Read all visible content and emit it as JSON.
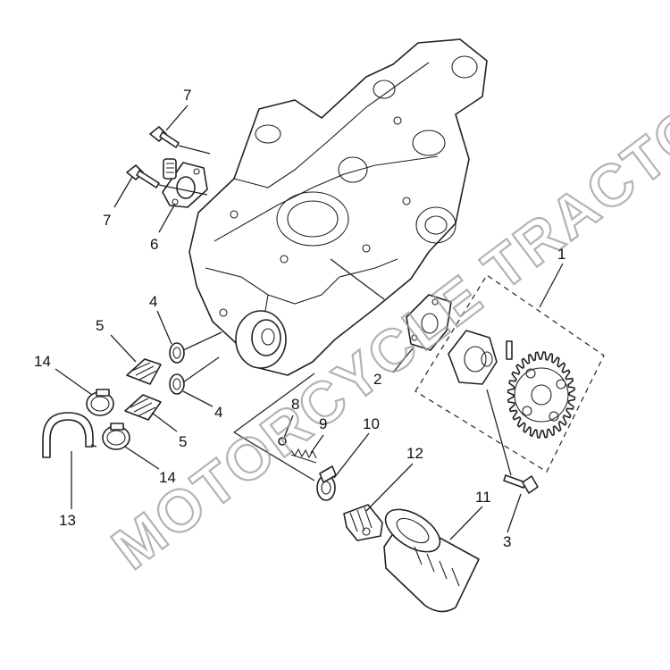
{
  "watermark": "MOTORCYCLE TRACTOR",
  "callouts": [
    {
      "id": "1",
      "text": "1"
    },
    {
      "id": "2",
      "text": "2"
    },
    {
      "id": "3",
      "text": "3"
    },
    {
      "id": "4a",
      "text": "4"
    },
    {
      "id": "4b",
      "text": "4"
    },
    {
      "id": "5a",
      "text": "5"
    },
    {
      "id": "5b",
      "text": "5"
    },
    {
      "id": "6",
      "text": "6"
    },
    {
      "id": "7a",
      "text": "7"
    },
    {
      "id": "7b",
      "text": "7"
    },
    {
      "id": "8",
      "text": "8"
    },
    {
      "id": "9",
      "text": "9"
    },
    {
      "id": "10",
      "text": "10"
    },
    {
      "id": "11",
      "text": "11"
    },
    {
      "id": "12",
      "text": "12"
    },
    {
      "id": "13",
      "text": "13"
    },
    {
      "id": "14a",
      "text": "14"
    },
    {
      "id": "14b",
      "text": "14"
    }
  ]
}
